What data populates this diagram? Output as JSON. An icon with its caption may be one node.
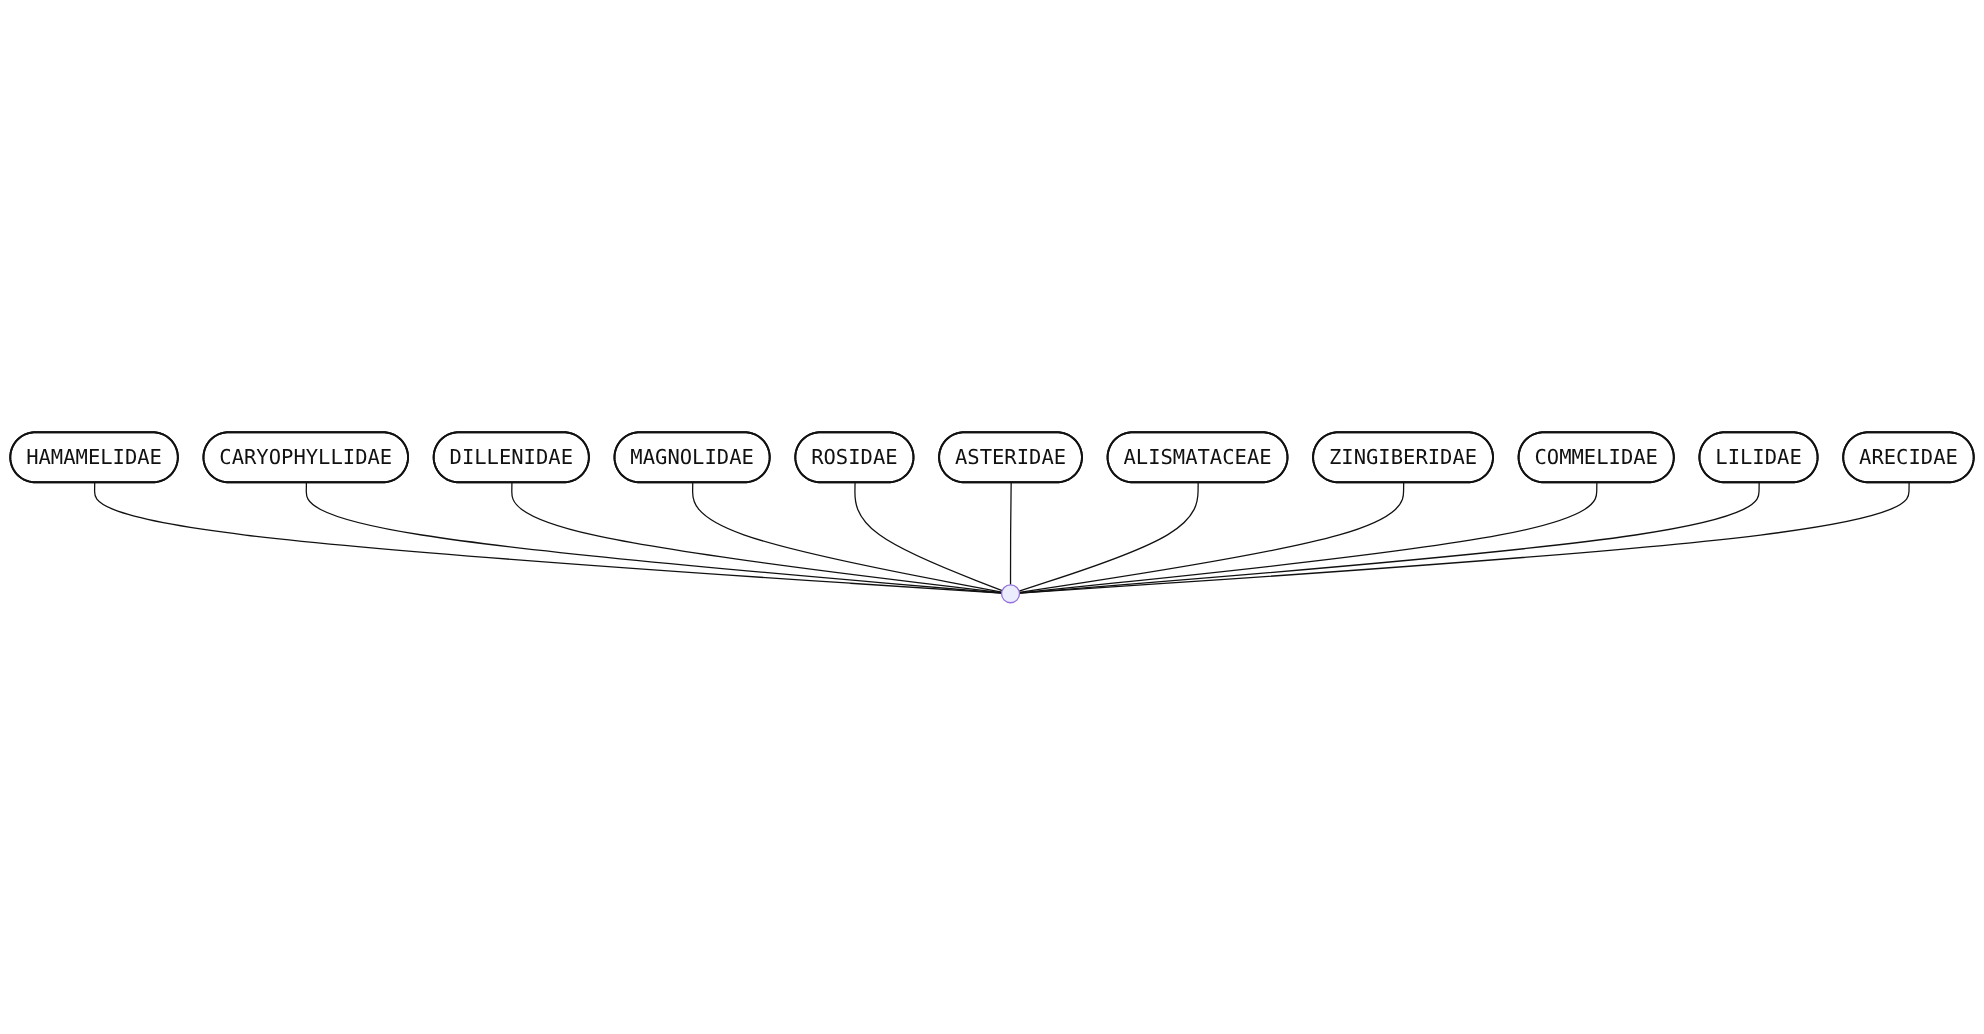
{
  "diagram": {
    "nodes": [
      {
        "text": [
          "DILLENIDAE"
        ]
      },
      {
        "text": [
          "ASTERIDAE"
        ]
      },
      {
        "text": [
          "LILIDAE"
        ]
      },
      {
        "text": [
          "ROSIDAE"
        ]
      },
      {
        "text": [
          "CARYOPHYLLIDAE"
        ]
      },
      {
        "text": [
          "COMMELIDAE"
        ]
      },
      {
        "text": [
          "HAMAMELIDAE"
        ]
      },
      {
        "text": [
          "MAGNOLIDAE"
        ]
      },
      {
        "text": [
          "ALISMATACEAE"
        ]
      },
      {
        "text": [
          "ZINGIBERIDAE"
        ]
      },
      {
        "text": [
          "ARECIDAE"
        ]
      },
      {
        "text": [],
        "shape": "dot"
      }
    ],
    "edges": [
      {
        "from": 11,
        "to": 6,
        "arrow": "none"
      },
      {
        "from": 11,
        "to": 4,
        "arrow": "none"
      },
      {
        "from": 11,
        "to": 0,
        "arrow": "none"
      },
      {
        "from": 11,
        "to": 7,
        "arrow": "none"
      },
      {
        "from": 11,
        "to": 3,
        "arrow": "none"
      },
      {
        "from": 11,
        "to": 1,
        "arrow": "none"
      },
      {
        "from": 11,
        "to": 8,
        "arrow": "none"
      },
      {
        "from": 11,
        "to": 9,
        "arrow": "none"
      },
      {
        "from": 11,
        "to": 5,
        "arrow": "none"
      },
      {
        "from": 11,
        "to": 2,
        "arrow": "none"
      },
      {
        "from": 11,
        "to": 10,
        "arrow": "none"
      }
    ]
  }
}
